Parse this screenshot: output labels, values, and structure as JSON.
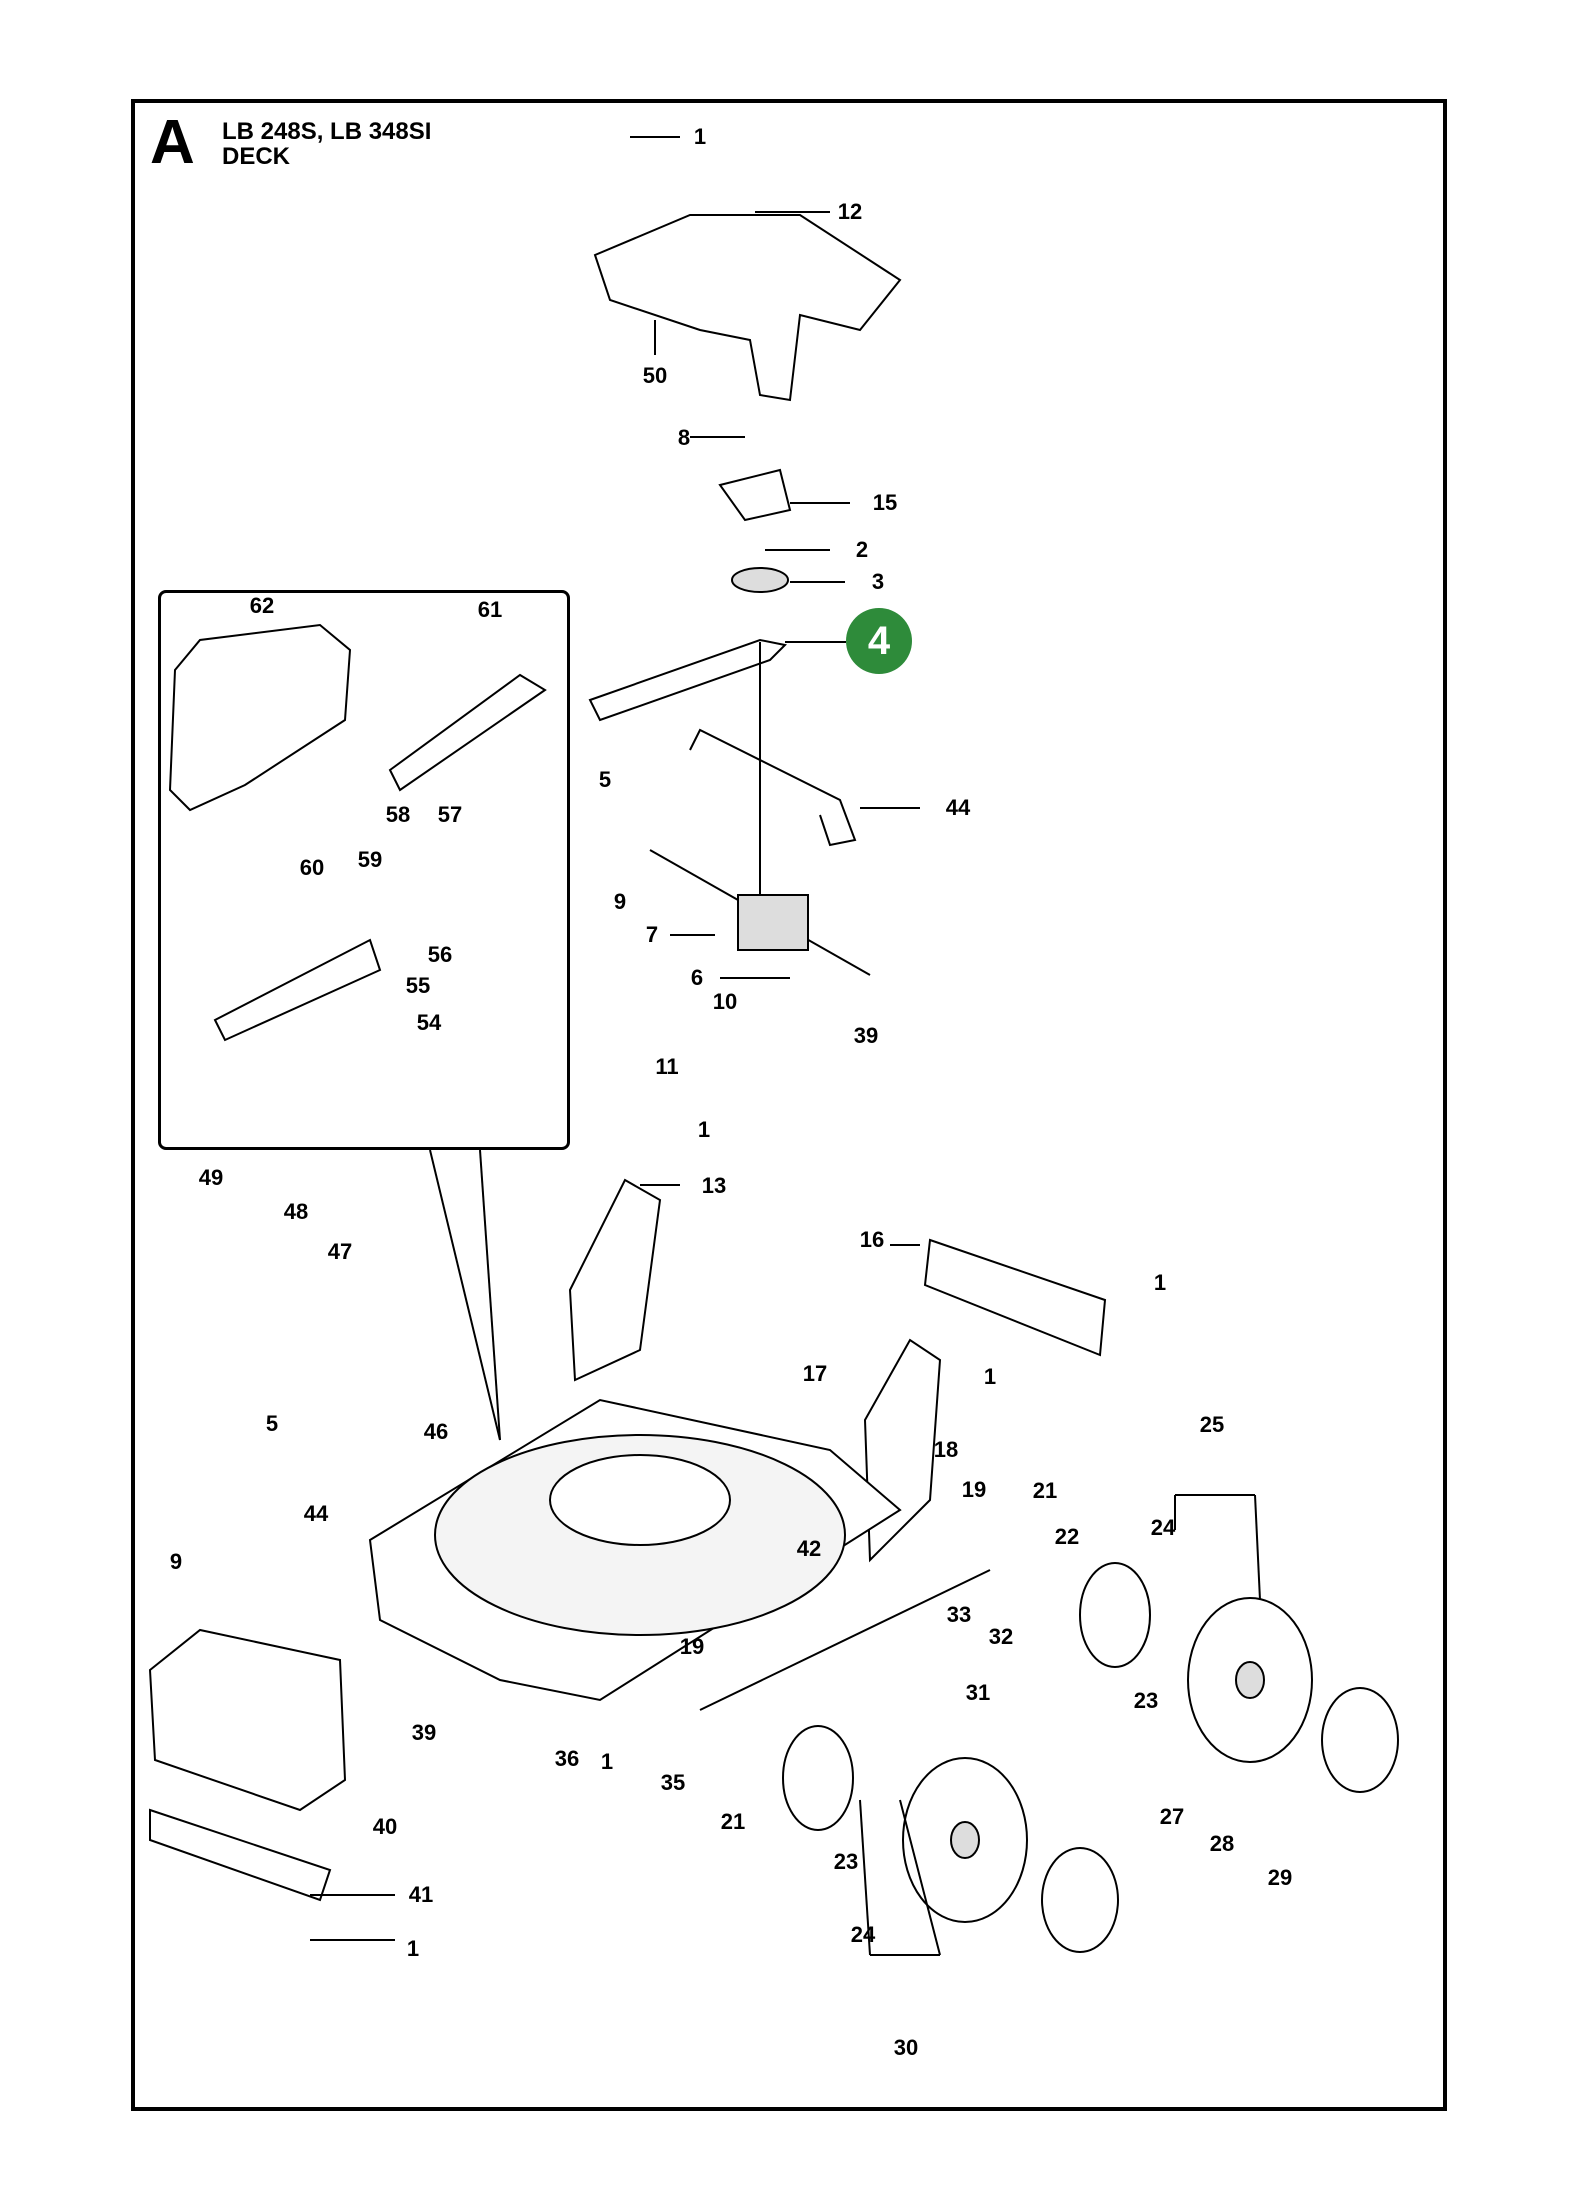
{
  "header": {
    "section": "A",
    "models": "LB 248S,  LB 348SI",
    "group": "DECK"
  },
  "callout": {
    "number": "4",
    "color": "#2e8b3a"
  },
  "labels": [
    "1",
    "12",
    "50",
    "8",
    "15",
    "2",
    "3",
    "62",
    "61",
    "5",
    "44",
    "58",
    "57",
    "9",
    "60",
    "59",
    "56",
    "7",
    "6",
    "55",
    "54",
    "10",
    "39",
    "11",
    "1",
    "49",
    "13",
    "48",
    "47",
    "16",
    "1",
    "1",
    "17",
    "25",
    "5",
    "46",
    "18",
    "19",
    "21",
    "24",
    "44",
    "9",
    "22",
    "42",
    "33",
    "32",
    "19",
    "31",
    "23",
    "36",
    "1",
    "39",
    "35",
    "21",
    "40",
    "27",
    "23",
    "28",
    "41",
    "24",
    "29",
    "1",
    "30"
  ]
}
